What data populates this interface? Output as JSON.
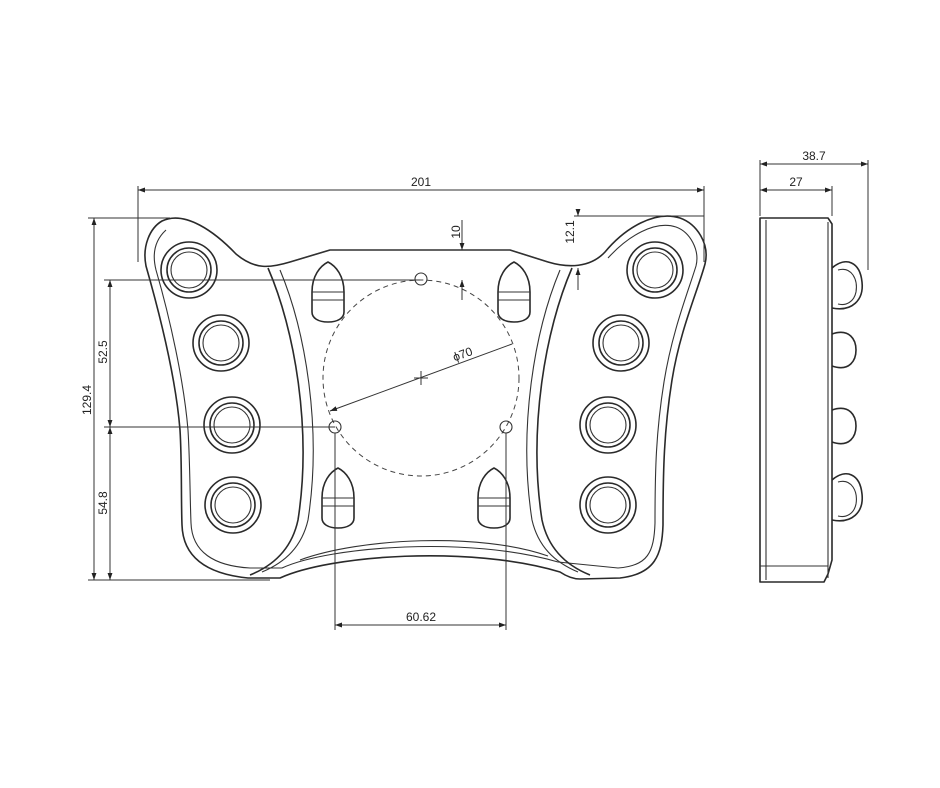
{
  "dimensions": {
    "overall_width": "201",
    "side_depth_total": "38.7",
    "side_depth_body": "27",
    "top_offset_10": "10",
    "top_offset_12_1": "12.1",
    "height_total": "129.4",
    "height_upper": "52.5",
    "height_lower": "54.8",
    "bolt_circle": "ϕ70",
    "hole_spacing": "60.62"
  }
}
